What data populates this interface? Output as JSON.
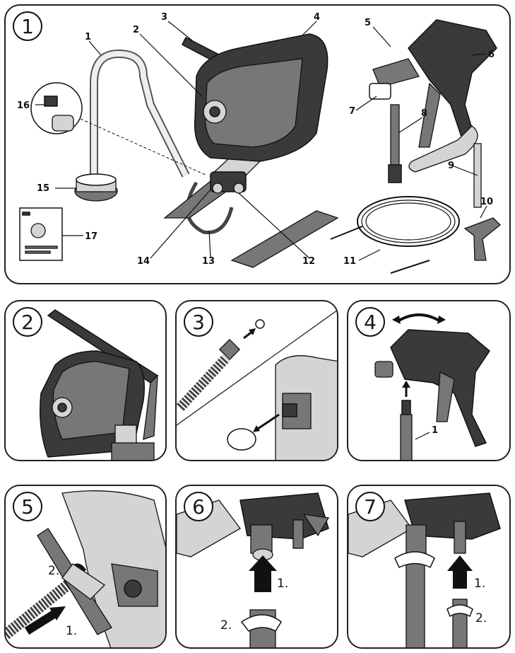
{
  "panels": [
    {
      "step": "1",
      "callouts": [
        "1",
        "2",
        "3",
        "4",
        "5",
        "6",
        "7",
        "8",
        "9",
        "10",
        "11",
        "12",
        "13",
        "14",
        "15",
        "16",
        "17"
      ]
    },
    {
      "step": "2"
    },
    {
      "step": "3"
    },
    {
      "step": "4",
      "callouts": [
        "1"
      ]
    },
    {
      "step": "5",
      "instructions": [
        "2.",
        "1."
      ]
    },
    {
      "step": "6",
      "instructions": [
        "1.",
        "2."
      ]
    },
    {
      "step": "7",
      "instructions": [
        "1.",
        "2."
      ]
    }
  ]
}
